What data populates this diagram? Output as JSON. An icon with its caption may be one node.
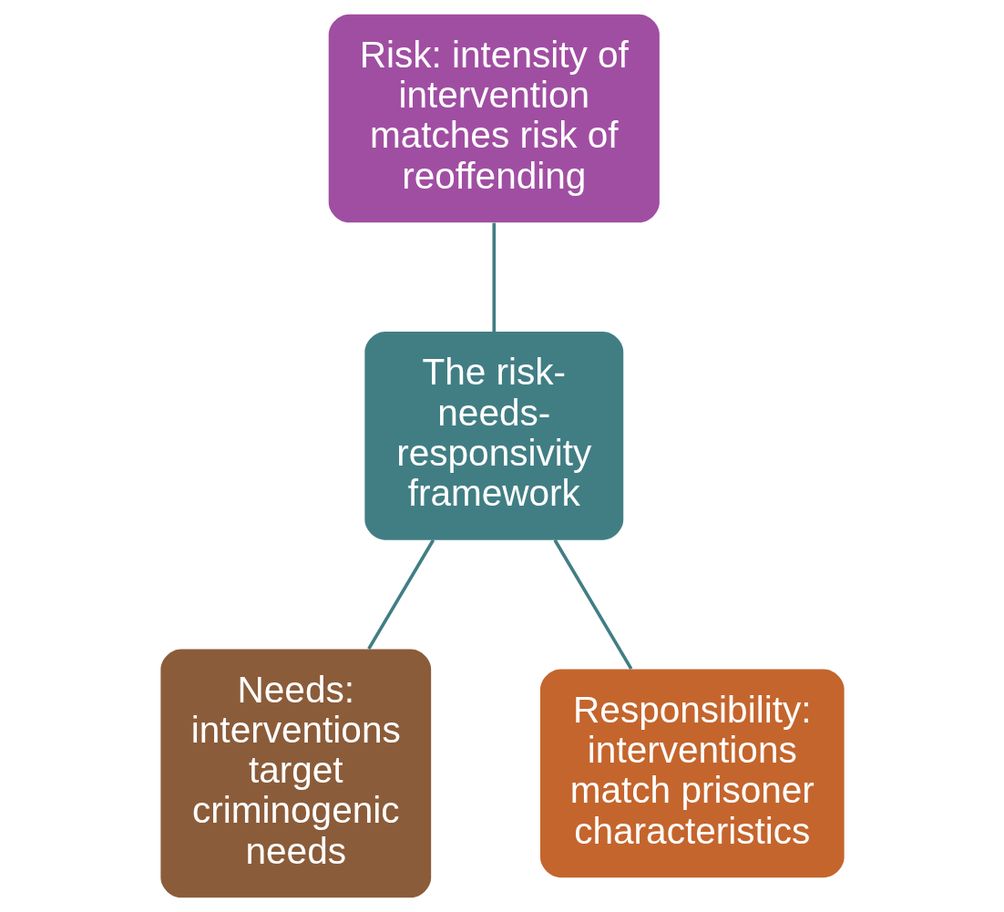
{
  "diagram": {
    "nodes": [
      {
        "text": [
          "Risk: intensity of intervention matches risk of reoffending"
        ]
      },
      {
        "text": [
          "The risk-needs-responsivity framework"
        ]
      },
      {
        "text": [
          "Needs: interventions target criminogenic needs"
        ]
      },
      {
        "text": [
          "Responsibility: interventions match prisoner characteristics"
        ]
      }
    ],
    "edges": [
      {
        "from": 0,
        "to": 1,
        "arrow": "none"
      },
      {
        "from": 1,
        "to": 2,
        "arrow": "none"
      },
      {
        "from": 1,
        "to": 3,
        "arrow": "none"
      }
    ]
  }
}
